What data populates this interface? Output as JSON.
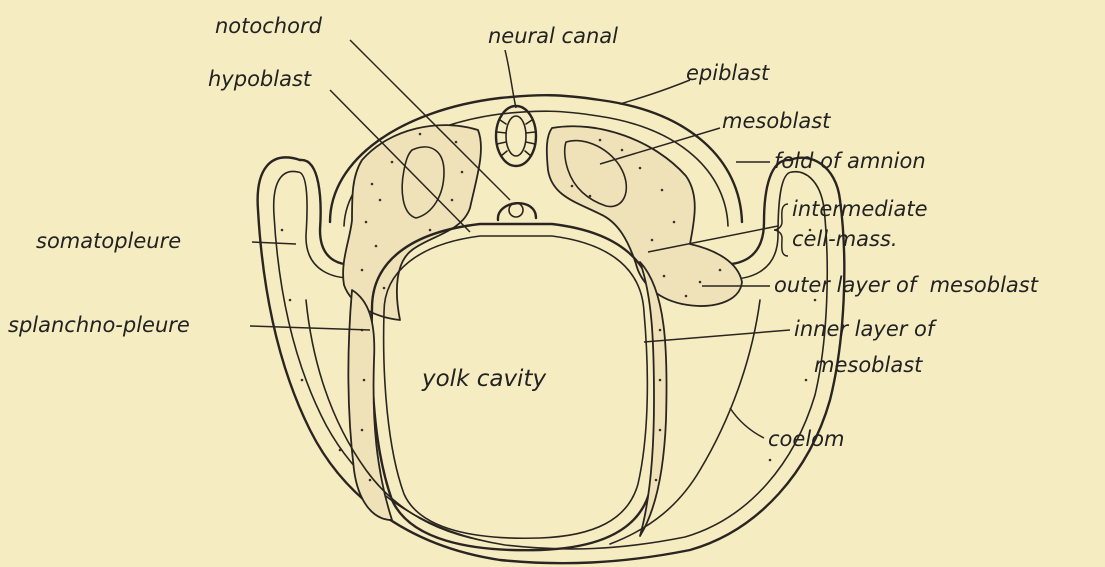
{
  "labels": {
    "notochord": "notochord",
    "neural_canal": "neural canal",
    "epiblast": "epiblast",
    "hypoblast": "hypoblast",
    "mesoblast": "mesoblast",
    "fold_of_amnion": "fold of amnion",
    "intermediate_cell_mass_1": "intermediate",
    "intermediate_cell_mass_2": "cell-mass.",
    "somatopleure": "somatopleure",
    "outer_layer_of_mesoblast": "outer layer of  mesoblast",
    "splanchno_pleure": "splanchno-pleure",
    "inner_layer_of_mesoblast_1": "inner layer of",
    "inner_layer_of_mesoblast_2": "mesoblast",
    "yolk_cavity": "yolk cavity",
    "coelom": "coelom"
  },
  "colors": {
    "background": "#f6ecc2",
    "ink": "#2a2520",
    "mesoblast_fill": "#efe2b8"
  }
}
